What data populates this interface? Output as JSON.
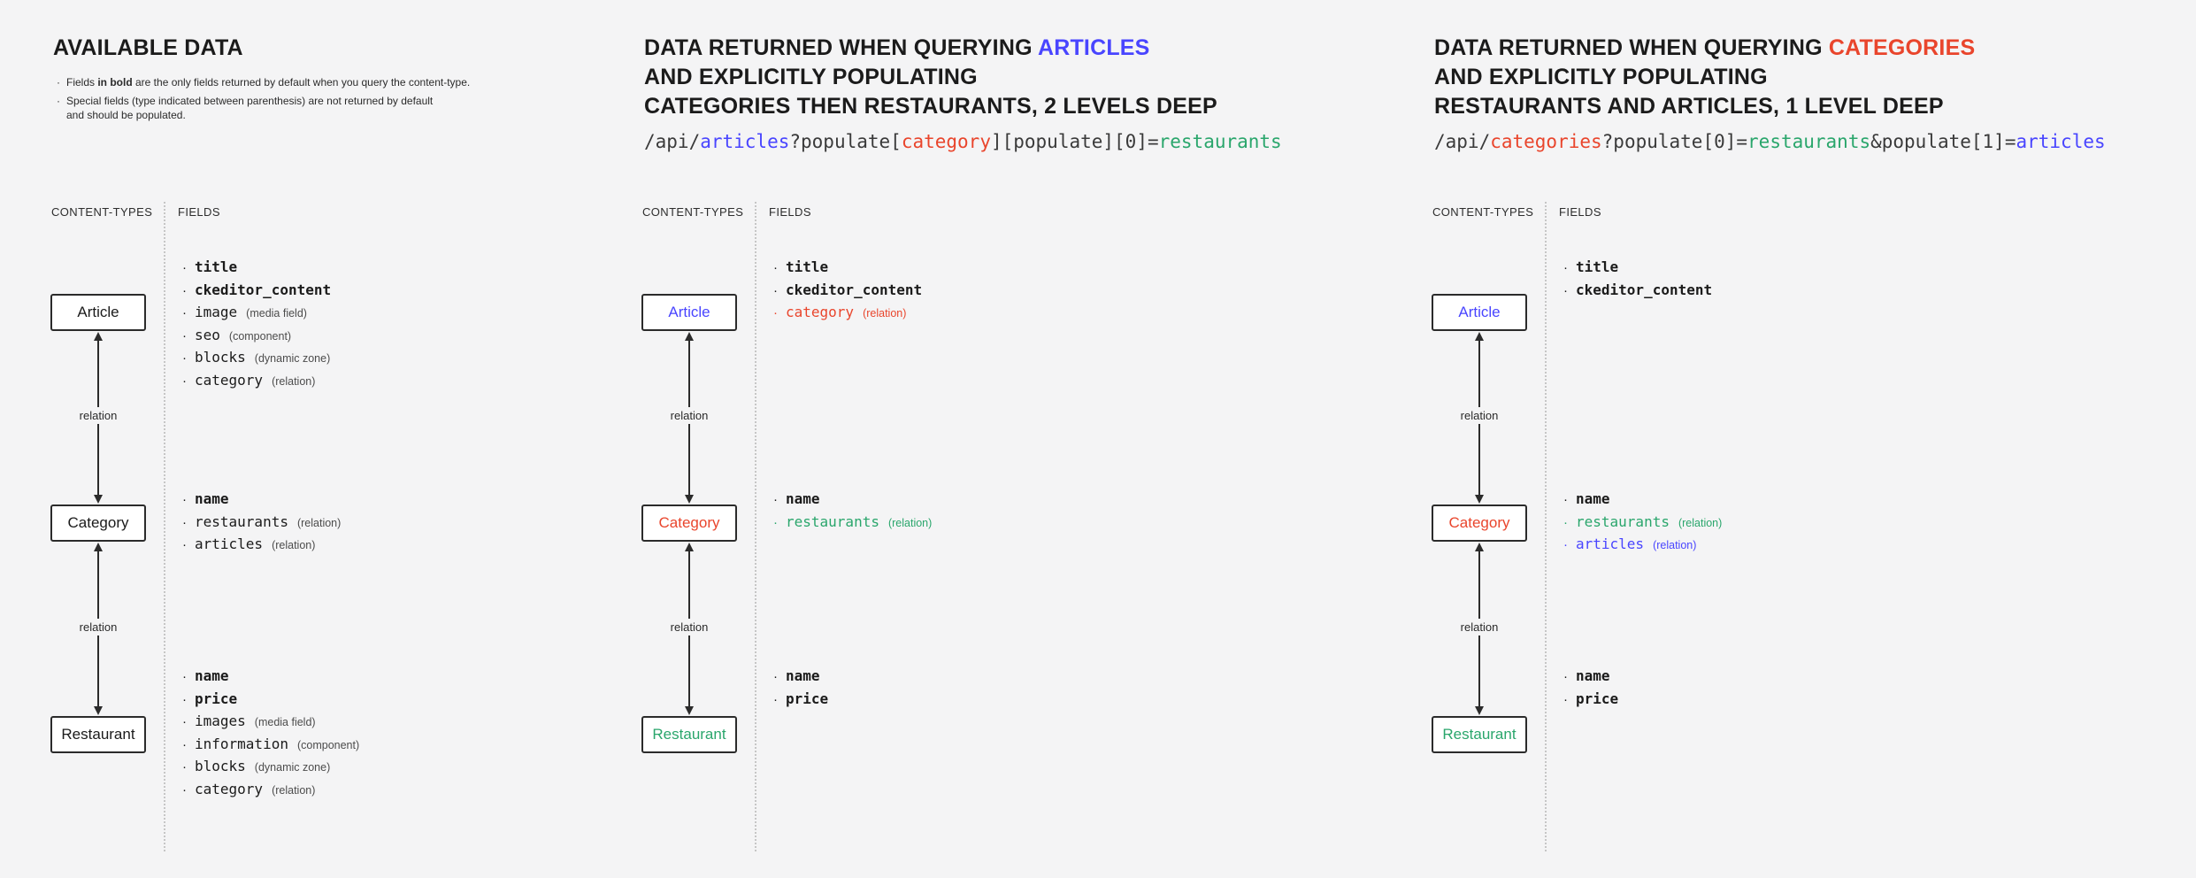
{
  "canvas": {
    "bg": "#f4f4f5"
  },
  "colors": {
    "dark": "#1b1b1b",
    "code_dark": "#3a3a3a",
    "blue": "#4945ff",
    "red": "#e9452c",
    "green": "#2aa66c",
    "gray": "#4c4c4c"
  },
  "relation_label": "relation",
  "columns": [
    {
      "id": "available-data",
      "heading": {
        "lines": [
          {
            "segments": [
              {
                "text": "AVAILABLE DATA",
                "color": "dark"
              }
            ]
          }
        ]
      },
      "notes": [
        {
          "lines": [
            {
              "segments": [
                {
                  "text": "Fields ",
                  "bold": false
                },
                {
                  "text": "in bold",
                  "bold": true
                },
                {
                  "text": " are the only fields returned by default when you query the content-type.",
                  "bold": false
                }
              ]
            }
          ]
        },
        {
          "lines": [
            {
              "segments": [
                {
                  "text": "Special fields (type indicated between parenthesis) are not returned by default",
                  "bold": false
                }
              ]
            },
            {
              "segments": [
                {
                  "text": "and should be populated.",
                  "bold": false
                }
              ]
            }
          ]
        }
      ],
      "code": null,
      "labels": {
        "content_types": "CONTENT-TYPES",
        "fields": "FIELDS"
      },
      "nodes": [
        {
          "name": "Article",
          "color": "dark",
          "fields": [
            {
              "name": "title",
              "bold": true,
              "color": "dark",
              "type": ""
            },
            {
              "name": "ckeditor_content",
              "bold": true,
              "color": "dark",
              "type": ""
            },
            {
              "name": "image",
              "bold": false,
              "color": "dark",
              "type": "(media field)"
            },
            {
              "name": "seo",
              "bold": false,
              "color": "dark",
              "type": "(component)"
            },
            {
              "name": "blocks",
              "bold": false,
              "color": "dark",
              "type": "(dynamic zone)"
            },
            {
              "name": "category",
              "bold": false,
              "color": "dark",
              "type": "(relation)"
            }
          ]
        },
        {
          "name": "Category",
          "color": "dark",
          "fields": [
            {
              "name": "name",
              "bold": true,
              "color": "dark",
              "type": ""
            },
            {
              "name": "restaurants",
              "bold": false,
              "color": "dark",
              "type": "(relation)"
            },
            {
              "name": "articles",
              "bold": false,
              "color": "dark",
              "type": "(relation)"
            }
          ]
        },
        {
          "name": "Restaurant",
          "color": "dark",
          "fields": [
            {
              "name": "name",
              "bold": true,
              "color": "dark",
              "type": ""
            },
            {
              "name": "price",
              "bold": true,
              "color": "dark",
              "type": ""
            },
            {
              "name": "images",
              "bold": false,
              "color": "dark",
              "type": "(media field)"
            },
            {
              "name": "information",
              "bold": false,
              "color": "dark",
              "type": "(component)"
            },
            {
              "name": "blocks",
              "bold": false,
              "color": "dark",
              "type": "(dynamic zone)"
            },
            {
              "name": "category",
              "bold": false,
              "color": "dark",
              "type": "(relation)"
            }
          ]
        }
      ]
    },
    {
      "id": "query-articles",
      "heading": {
        "lines": [
          {
            "segments": [
              {
                "text": "DATA RETURNED WHEN QUERYING ",
                "color": "dark"
              },
              {
                "text": "ARTICLES",
                "color": "blue"
              }
            ]
          },
          {
            "segments": [
              {
                "text": "AND EXPLICITLY POPULATING",
                "color": "dark"
              }
            ]
          },
          {
            "segments": [
              {
                "text": "CATEGORIES THEN RESTAURANTS, 2 LEVELS DEEP",
                "color": "dark"
              }
            ]
          }
        ]
      },
      "notes": [],
      "code": {
        "segments": [
          {
            "text": "/api/",
            "color": "code_dark"
          },
          {
            "text": "articles",
            "color": "blue"
          },
          {
            "text": "?populate[",
            "color": "code_dark"
          },
          {
            "text": "category",
            "color": "red"
          },
          {
            "text": "][populate][0]=",
            "color": "code_dark"
          },
          {
            "text": "restaurants",
            "color": "green"
          }
        ]
      },
      "labels": {
        "content_types": "CONTENT-TYPES",
        "fields": "FIELDS"
      },
      "nodes": [
        {
          "name": "Article",
          "color": "blue",
          "fields": [
            {
              "name": "title",
              "bold": true,
              "color": "dark",
              "type": ""
            },
            {
              "name": "ckeditor_content",
              "bold": true,
              "color": "dark",
              "type": ""
            },
            {
              "name": "category",
              "bold": false,
              "color": "red",
              "type": "(relation)"
            }
          ]
        },
        {
          "name": "Category",
          "color": "red",
          "fields": [
            {
              "name": "name",
              "bold": true,
              "color": "dark",
              "type": ""
            },
            {
              "name": "restaurants",
              "bold": false,
              "color": "green",
              "type": "(relation)"
            }
          ]
        },
        {
          "name": "Restaurant",
          "color": "green",
          "fields": [
            {
              "name": "name",
              "bold": true,
              "color": "dark",
              "type": ""
            },
            {
              "name": "price",
              "bold": true,
              "color": "dark",
              "type": ""
            }
          ]
        }
      ]
    },
    {
      "id": "query-categories",
      "heading": {
        "lines": [
          {
            "segments": [
              {
                "text": "DATA RETURNED WHEN QUERYING ",
                "color": "dark"
              },
              {
                "text": "CATEGORIES",
                "color": "red"
              }
            ]
          },
          {
            "segments": [
              {
                "text": "AND EXPLICITLY POPULATING",
                "color": "dark"
              }
            ]
          },
          {
            "segments": [
              {
                "text": "RESTAURANTS AND ARTICLES, 1 LEVEL DEEP",
                "color": "dark"
              }
            ]
          }
        ]
      },
      "notes": [],
      "code": {
        "segments": [
          {
            "text": "/api/",
            "color": "code_dark"
          },
          {
            "text": "categories",
            "color": "red"
          },
          {
            "text": "?populate[0]=",
            "color": "code_dark"
          },
          {
            "text": "restaurants",
            "color": "green"
          },
          {
            "text": "&populate[1]=",
            "color": "code_dark"
          },
          {
            "text": "articles",
            "color": "blue"
          }
        ]
      },
      "labels": {
        "content_types": "CONTENT-TYPES",
        "fields": "FIELDS"
      },
      "nodes": [
        {
          "name": "Article",
          "color": "blue",
          "fields": [
            {
              "name": "title",
              "bold": true,
              "color": "dark",
              "type": ""
            },
            {
              "name": "ckeditor_content",
              "bold": true,
              "color": "dark",
              "type": ""
            }
          ]
        },
        {
          "name": "Category",
          "color": "red",
          "fields": [
            {
              "name": "name",
              "bold": true,
              "color": "dark",
              "type": ""
            },
            {
              "name": "restaurants",
              "bold": false,
              "color": "green",
              "type": "(relation)"
            },
            {
              "name": "articles",
              "bold": false,
              "color": "blue",
              "type": "(relation)"
            }
          ]
        },
        {
          "name": "Restaurant",
          "color": "green",
          "fields": [
            {
              "name": "name",
              "bold": true,
              "color": "dark",
              "type": ""
            },
            {
              "name": "price",
              "bold": true,
              "color": "dark",
              "type": ""
            }
          ]
        }
      ]
    }
  ]
}
